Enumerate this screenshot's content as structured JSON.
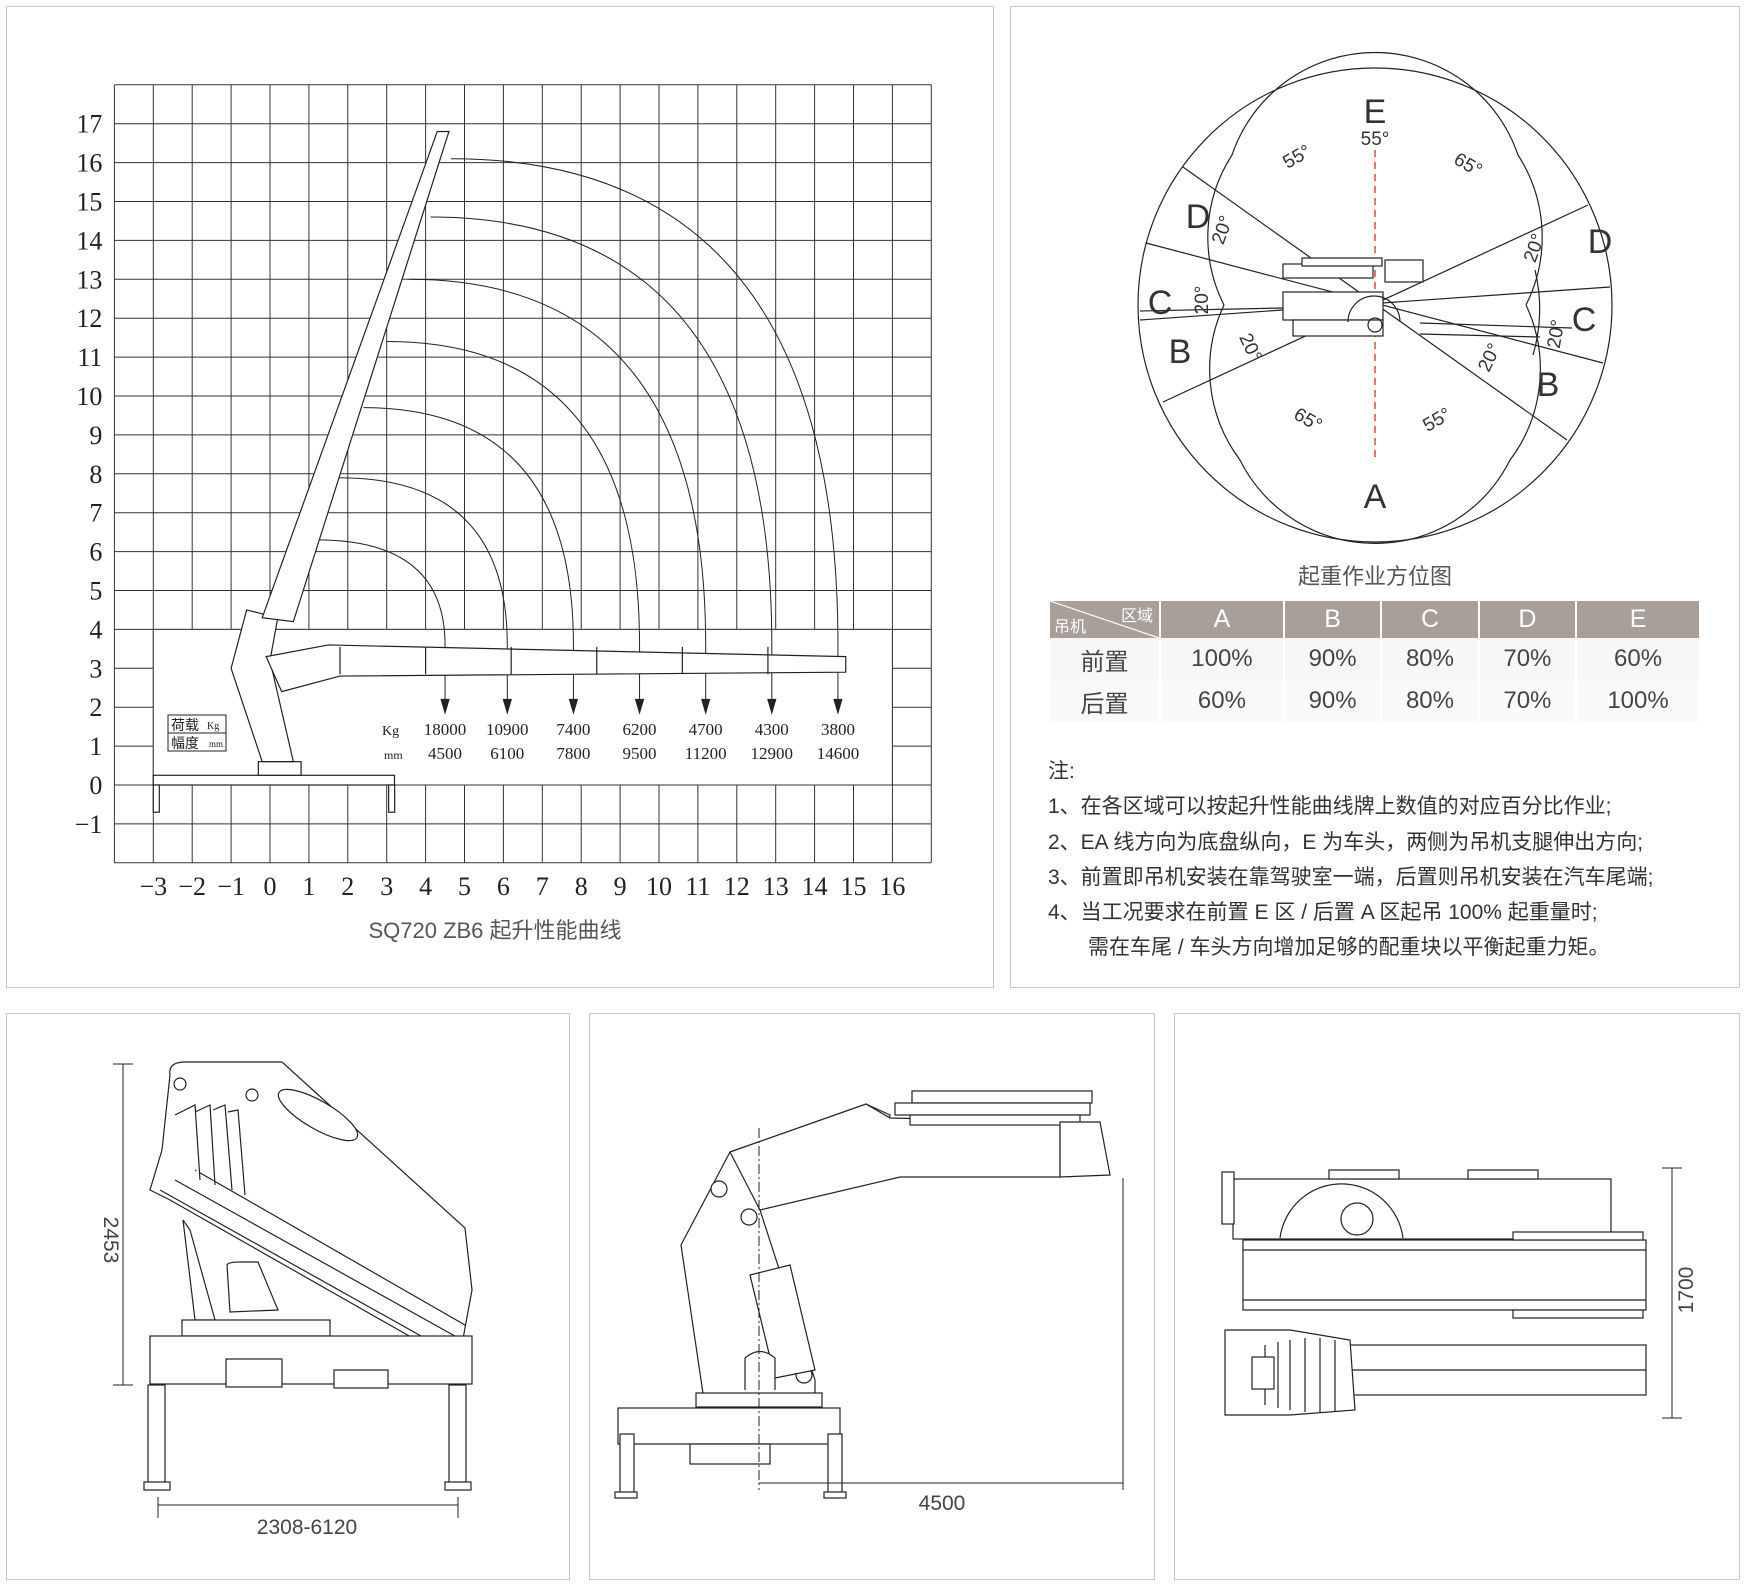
{
  "load_chart": {
    "caption": "SQ720  ZB6 起升性能曲线",
    "legend": {
      "load_label": "荷载",
      "load_unit": "Kg",
      "radius_label": "幅度",
      "radius_unit": "mm"
    },
    "row_unit_kg": "Kg",
    "row_unit_mm": "mm"
  },
  "chart_data": {
    "type": "line",
    "title": "SQ720  ZB6 起升性能曲线",
    "xlabel": "",
    "ylabel": "",
    "xlim": [
      -4,
      17
    ],
    "ylim": [
      -2,
      18
    ],
    "x_ticks": [
      -3,
      -2,
      -1,
      0,
      1,
      2,
      3,
      4,
      5,
      6,
      7,
      8,
      9,
      10,
      11,
      12,
      13,
      14,
      15,
      16
    ],
    "y_ticks": [
      17,
      16,
      15,
      14,
      13,
      12,
      11,
      10,
      9,
      8,
      7,
      6,
      5,
      4,
      3,
      2,
      1,
      0,
      -1
    ],
    "grid": true,
    "series": [
      {
        "name": "load_kg",
        "values": [
          18000,
          10900,
          7400,
          6200,
          4700,
          4300,
          3800
        ]
      },
      {
        "name": "radius_mm",
        "values": [
          4500,
          6100,
          7800,
          9500,
          11200,
          12900,
          14600
        ]
      }
    ],
    "arc_start_heights_m": [
      6.3,
      7.9,
      9.7,
      11.4,
      13.0,
      14.6,
      16.1
    ]
  },
  "orientation": {
    "caption": "起重作业方位图",
    "zones": {
      "E": "E",
      "A": "A",
      "D": "D",
      "C": "C",
      "B": "B"
    },
    "angles": {
      "top": "55°",
      "e_left": "55°",
      "e_right": "65°",
      "a_left": "65°",
      "a_right": "55°",
      "twenty": "20°"
    },
    "axis_color": "#e8532a"
  },
  "table": {
    "corner_top": "区域",
    "corner_bottom": "吊机",
    "columns": [
      "A",
      "B",
      "C",
      "D",
      "E"
    ],
    "rows": [
      {
        "label": "前置",
        "values": [
          "100%",
          "90%",
          "80%",
          "70%",
          "60%"
        ]
      },
      {
        "label": "后置",
        "values": [
          "60%",
          "90%",
          "80%",
          "70%",
          "100%"
        ]
      }
    ],
    "header_color": "#a89f99"
  },
  "notes": {
    "title": "注:",
    "items": [
      "1、在各区域可以按起升性能曲线牌上数值的对应百分比作业;",
      "2、EA 线方向为底盘纵向，E 为车头，两侧为吊机支腿伸出方向;",
      "3、前置即吊机安装在靠驾驶室一端，后置则吊机安装在汽车尾端;",
      "4、当工况要求在前置 E 区 / 后置 A 区起吊 100% 起重量时;",
      "需在车尾 / 车头方向增加足够的配重块以平衡起重力矩。"
    ]
  },
  "views": {
    "folded_height": "2453",
    "outrigger_span": "2308-6120",
    "reach": "4500",
    "width": "1700"
  }
}
